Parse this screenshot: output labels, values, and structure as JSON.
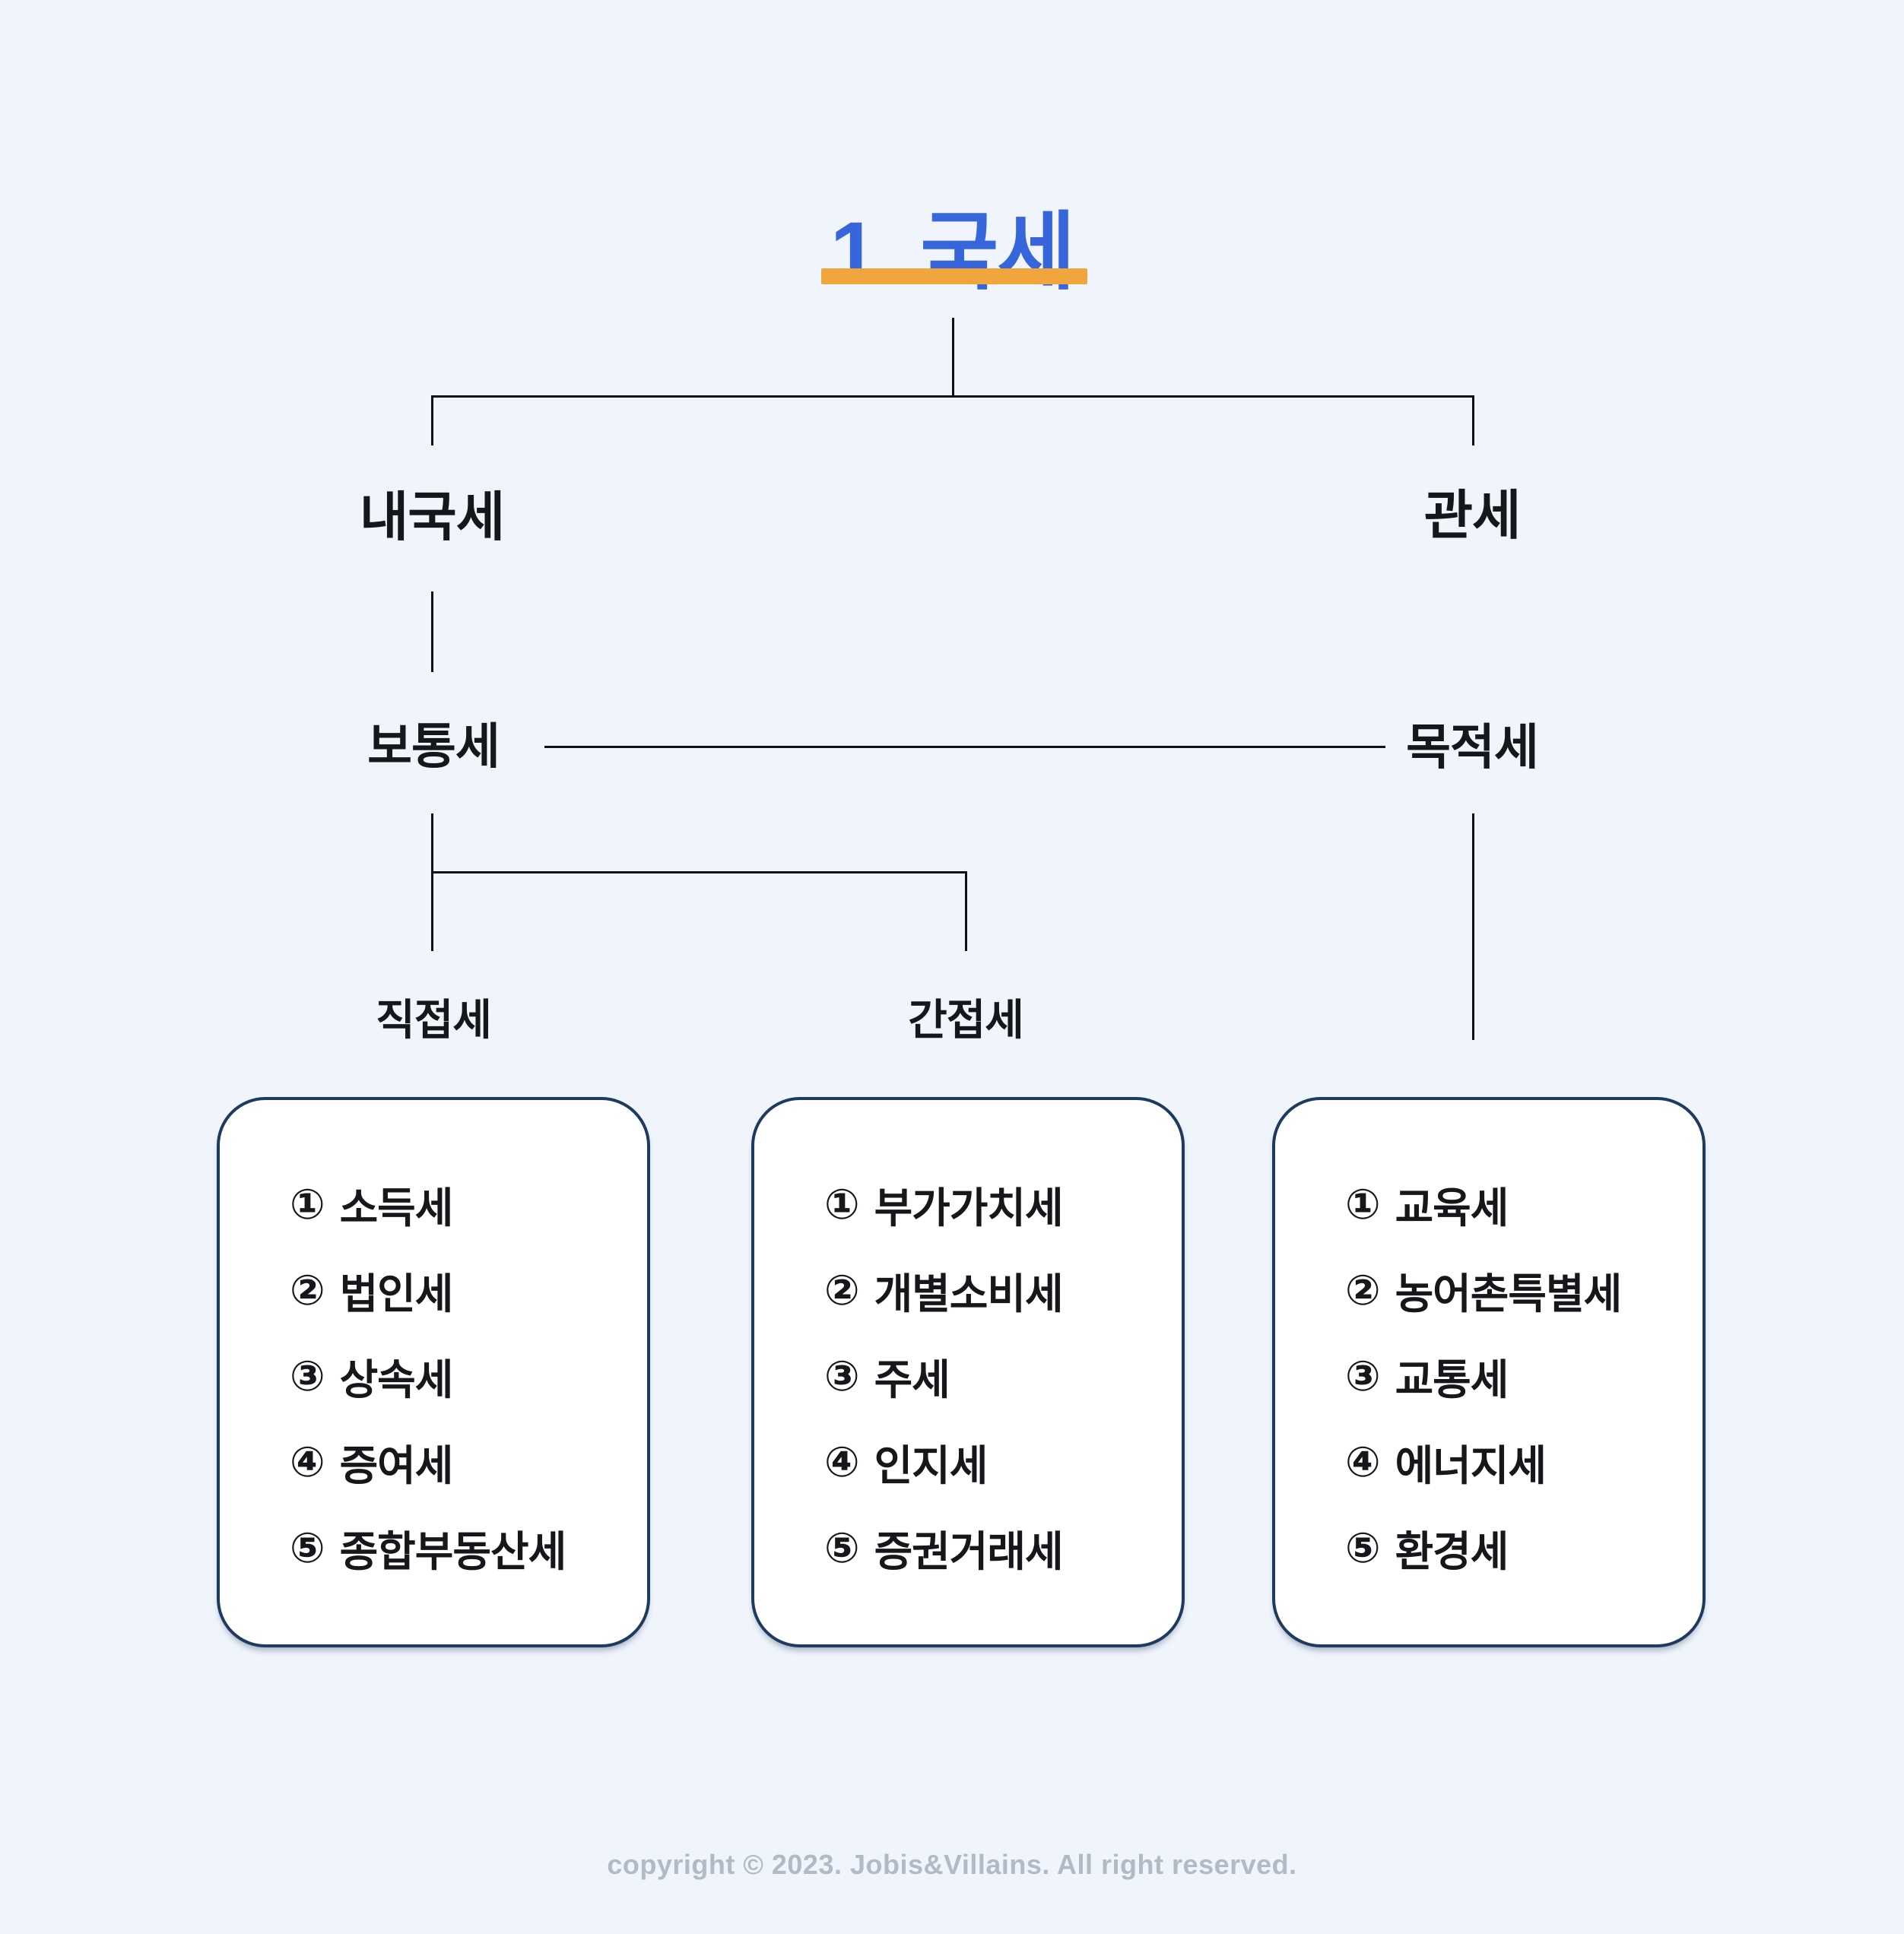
{
  "title": {
    "text": "1. 국세"
  },
  "nodes": {
    "internal_tax": "내국세",
    "customs_duty": "관세",
    "ordinary_tax": "보통세",
    "purpose_tax": "목적세",
    "direct_tax": "직접세",
    "indirect_tax": "간접세"
  },
  "cards": [
    {
      "items": [
        {
          "num": "①",
          "label": "소득세"
        },
        {
          "num": "②",
          "label": "법인세"
        },
        {
          "num": "③",
          "label": "상속세"
        },
        {
          "num": "④",
          "label": "증여세"
        },
        {
          "num": "⑤",
          "label": "종합부동산세"
        }
      ]
    },
    {
      "items": [
        {
          "num": "①",
          "label": "부가가치세"
        },
        {
          "num": "②",
          "label": "개별소비세"
        },
        {
          "num": "③",
          "label": "주세"
        },
        {
          "num": "④",
          "label": "인지세"
        },
        {
          "num": "⑤",
          "label": "증권거래세"
        }
      ]
    },
    {
      "items": [
        {
          "num": "①",
          "label": "교육세"
        },
        {
          "num": "②",
          "label": "농어촌특별세"
        },
        {
          "num": "③",
          "label": "교통세"
        },
        {
          "num": "④",
          "label": "에너지세"
        },
        {
          "num": "⑤",
          "label": "환경세"
        }
      ]
    }
  ],
  "footer": {
    "copyright": "copyright © 2023. Jobis&Villains. All right reserved."
  },
  "colors": {
    "background": "#F0F4FB",
    "title_blue": "#3766DC",
    "accent_orange": "#F0A63C",
    "card_border_navy": "#1E3A5E",
    "card_background": "#FFFFFF",
    "line_black": "#101114",
    "text_dark": "#15171B",
    "footer_gray": "#B2BAC6"
  }
}
